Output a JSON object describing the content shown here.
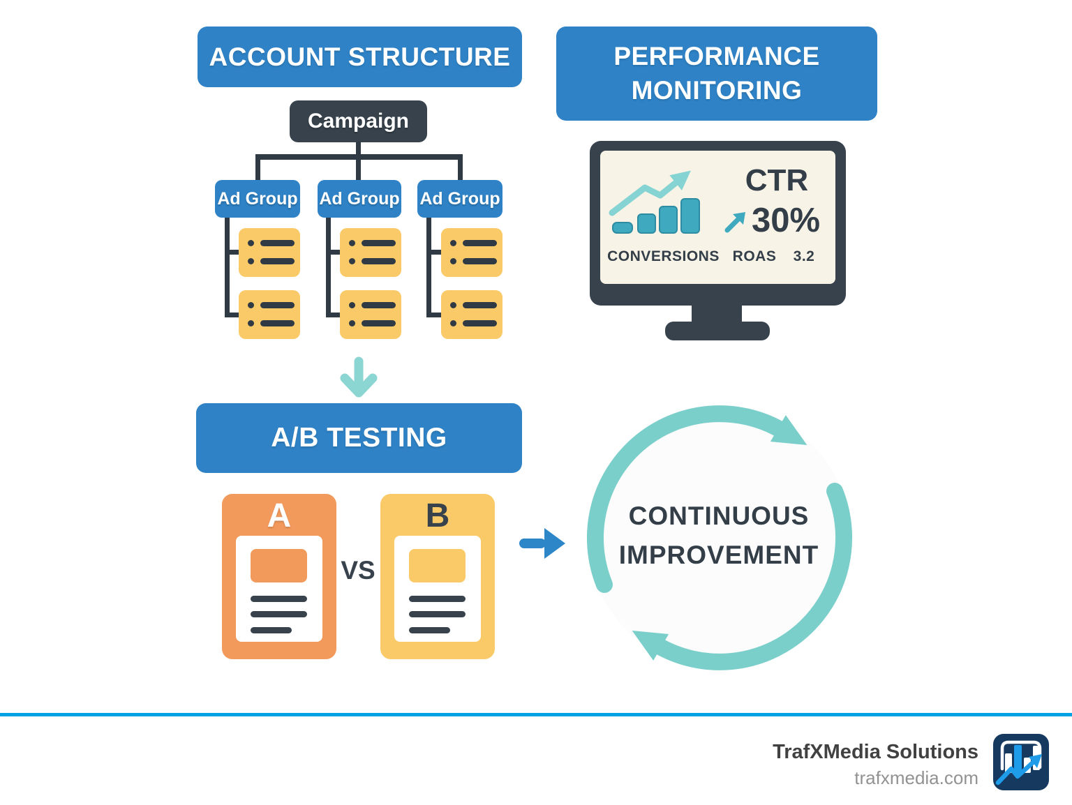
{
  "account_structure": {
    "title": "ACCOUNT STRUCTURE",
    "campaign_label": "Campaign",
    "ad_groups": [
      {
        "label": "Ad Group"
      },
      {
        "label": "Ad Group"
      },
      {
        "label": "Ad Group"
      }
    ]
  },
  "performance_monitoring": {
    "title": "PERFORMANCE MONITORING",
    "ctr_label": "CTR",
    "ctr_value": "30%",
    "conversions_label": "CONVERSIONS",
    "roas_label": "ROAS",
    "roas_value": "3.2"
  },
  "ab_testing": {
    "title": "A/B TESTING",
    "variant_a_label": "A",
    "variant_b_label": "B",
    "vs_label": "VS"
  },
  "continuous_improvement": {
    "line1": "CONTINUOUS",
    "line2": "IMPROVEMENT"
  },
  "footer": {
    "company_name": "TrafXMedia Solutions",
    "website": "trafxmedia.com"
  },
  "colors": {
    "primary_blue": "#2E82C5",
    "dark_slate": "#37424C",
    "card_yellow": "#F9CA67",
    "card_orange": "#F29A5C",
    "teal": "#3FA9BF",
    "light_teal": "#85D3D3",
    "cycle_teal": "#7BCFCB",
    "screen_cream": "#F7F3E6",
    "divider_blue": "#00A2E4",
    "logo_navy": "#16395F",
    "logo_blue": "#1E9BE9"
  }
}
